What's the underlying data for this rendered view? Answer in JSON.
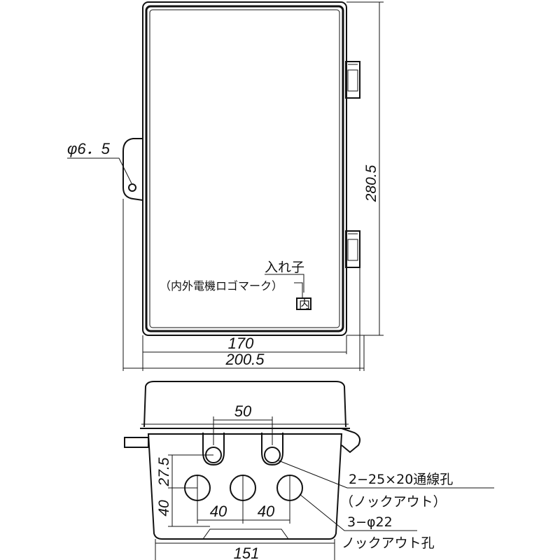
{
  "top_view": {
    "dim_inner_width": "170",
    "dim_outer_width": "200.5",
    "dim_height": "280.5",
    "hole_diameter": "φ6．5",
    "label_holder": "入れ子",
    "label_logo": "（内外電機ロゴマーク）",
    "logo_mark": "内"
  },
  "front_view": {
    "dim_top_spacing": "50",
    "dim_spacing_left": "40",
    "dim_spacing_right": "40",
    "dim_width": "151",
    "dim_height_upper": "27.5",
    "dim_height_lower": "40",
    "callout_1_line1": "2−25×20通線孔",
    "callout_1_line2": "（ノックアウト）",
    "callout_2_line1": "3−φ22",
    "callout_2_line2": "ノックアウト孔"
  }
}
